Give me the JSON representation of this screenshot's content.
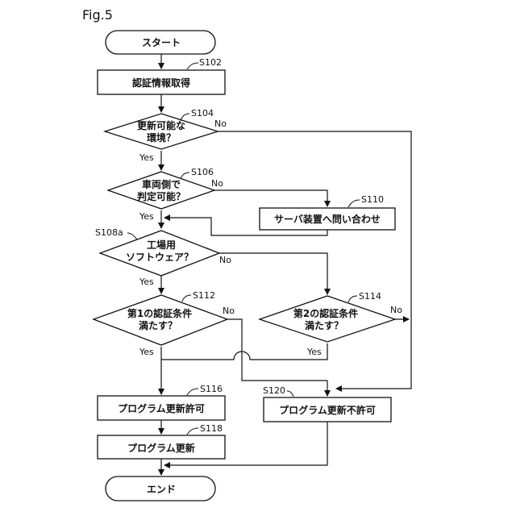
{
  "figure_label": "Fig.5",
  "nodes": {
    "start": {
      "text": "スタート"
    },
    "auth_info": {
      "text": "認証情報取得",
      "step": "S102"
    },
    "env_check": {
      "line1": "更新可能な",
      "line2": "環境？",
      "step": "S104"
    },
    "vehicle_judge": {
      "line1": "車両側で",
      "line2": "判定可能？",
      "step": "S106"
    },
    "server_query": {
      "text": "サーバ装置へ問い合わせ",
      "step": "S110"
    },
    "factory_sw": {
      "line1": "工場用",
      "line2": "ソフトウェア？",
      "step": "S108a"
    },
    "cond1": {
      "line1": "第1の認証条件",
      "line2": "満たす？",
      "step": "S112"
    },
    "cond2": {
      "line1": "第2の認証条件",
      "line2": "満たす？",
      "step": "S114"
    },
    "permit": {
      "text": "プログラム更新許可",
      "step": "S116"
    },
    "deny": {
      "text": "プログラム更新不許可",
      "step": "S120"
    },
    "update": {
      "text": "プログラム更新",
      "step": "S118"
    },
    "end": {
      "text": "エンド"
    }
  },
  "labels": {
    "yes": "Yes",
    "no": "No"
  }
}
